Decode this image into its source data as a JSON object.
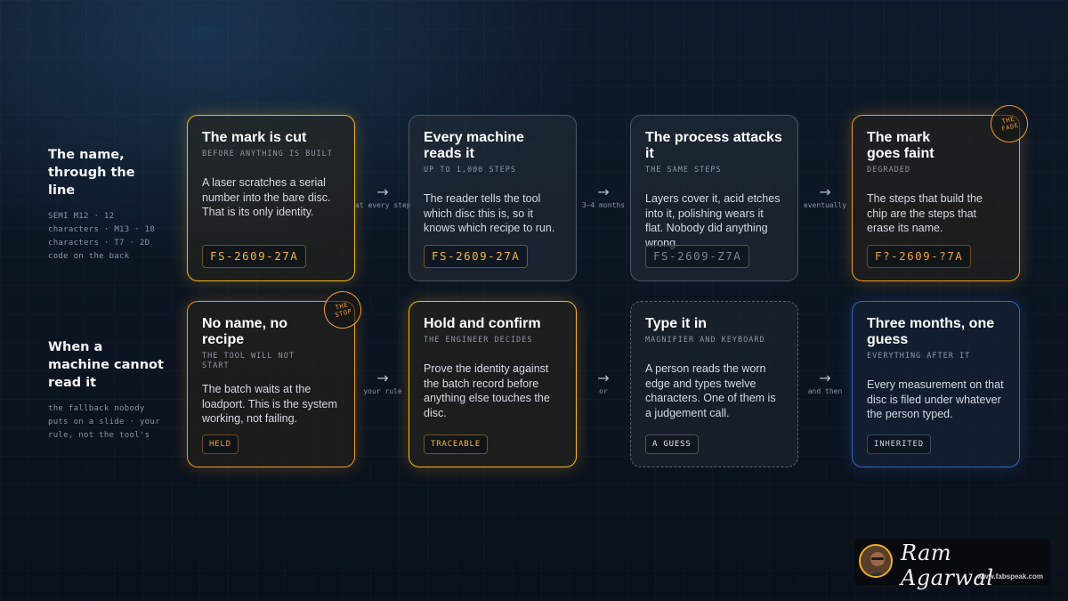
{
  "rows": [
    {
      "title": "The name, through the line",
      "subtitle": "SEMI M12 · 12 characters · M13 · 18 characters · T7 · 2D code on the back"
    },
    {
      "title": "When a machine cannot read it",
      "subtitle": "the fallback nobody puts on a slide · your rule, not the tool's"
    }
  ],
  "row1_cards": [
    {
      "title": "The mark is cut",
      "sub": "BEFORE ANYTHING IS BUILT",
      "body": "A laser scratches a serial number into the bare disc. That is its only identity.",
      "code": "FS-2609-27A"
    },
    {
      "title": "Every machine reads it",
      "sub": "UP TO 1,000 STEPS",
      "body": "The reader tells the tool which disc this is, so it knows which recipe to run.",
      "code": "FS-2609-27A"
    },
    {
      "title": "The process attacks it",
      "sub": "THE SAME STEPS",
      "body": "Layers cover it, acid etches into it, polishing wears it flat. Nobody did anything wrong.",
      "code": "FS-2609-Z7A"
    },
    {
      "title": "The mark goes faint",
      "sub": "DEGRADED",
      "body": "The steps that build the chip are the steps that erase its name.",
      "code": "F?-2609-?7A",
      "badge": [
        "THE",
        "FADE"
      ]
    }
  ],
  "row1_connectors": [
    "at every step",
    "3–4 months",
    "eventually"
  ],
  "row2_cards": [
    {
      "title": "No name, no recipe",
      "sub": "THE TOOL WILL NOT START",
      "body": "The batch waits at the loadport. This is the system working, not failing.",
      "tag": "HELD",
      "badge": [
        "THE",
        "STOP"
      ]
    },
    {
      "title": "Hold and confirm",
      "sub": "THE ENGINEER DECIDES",
      "body": "Prove the identity against the batch record before anything else touches the disc.",
      "tag": "TRACEABLE"
    },
    {
      "title": "Type it in",
      "sub": "MAGNIFIER AND KEYBOARD",
      "body": "A person reads the worn edge and types twelve characters. One of them is a judgement call.",
      "tag": "A GUESS"
    },
    {
      "title": "Three months, one guess",
      "sub": "EVERYTHING AFTER IT",
      "body": "Every measurement on that disc is filed under whatever the person typed.",
      "tag": "INHERITED"
    }
  ],
  "row2_connectors": [
    "your rule",
    "or",
    "and then"
  ],
  "arrow_glyph": "→",
  "signature": {
    "name": "Ram Agarwal",
    "url": "www.fabspeak.com"
  },
  "colors": {
    "gold": "#f0b21f",
    "orange": "#f09a2a",
    "blue": "#3567c4",
    "background": "#0b1420"
  }
}
